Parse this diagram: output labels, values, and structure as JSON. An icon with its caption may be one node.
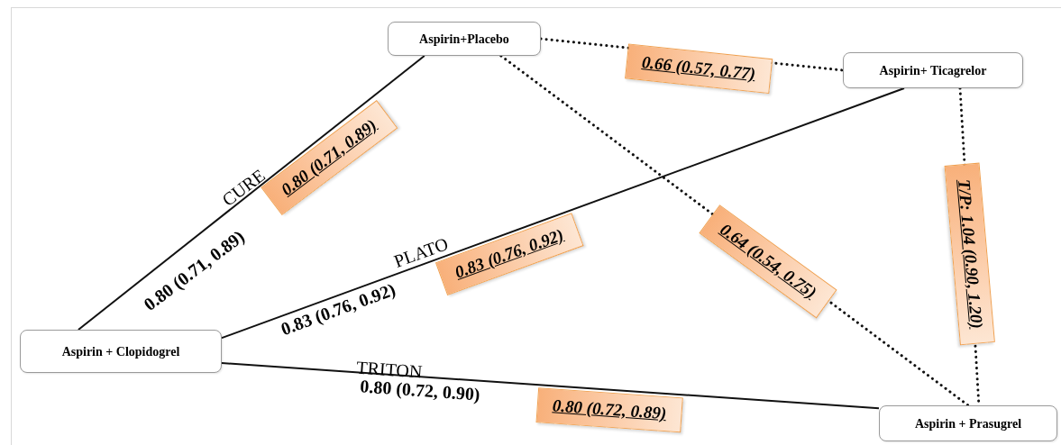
{
  "diagram": {
    "nodes": [
      {
        "text": [
          "Aspirin+Placebo"
        ]
      },
      {
        "text": [
          "Aspirin+ Ticagrelor"
        ]
      },
      {
        "text": [
          "Aspirin + Clopidogrel"
        ]
      },
      {
        "text": [
          "Aspirin + Prasugrel"
        ]
      }
    ],
    "edges": [
      {
        "from": 0,
        "to": 1,
        "arrow": "none",
        "style": "dashed",
        "label": "0.66 (0.57, 0.77)"
      },
      {
        "from": 0,
        "to": 2,
        "arrow": "none",
        "label": "CURE"
      },
      {
        "from": 0,
        "to": 3,
        "arrow": "none",
        "style": "dashed",
        "label": "0.64 (0.54, 0.75)"
      },
      {
        "from": 1,
        "to": 2,
        "arrow": "none",
        "label": "PLATO"
      },
      {
        "from": 1,
        "to": 3,
        "arrow": "none",
        "style": "dashed",
        "label": "T/P: 1.04 (0.90, 1.20)"
      },
      {
        "from": 2,
        "to": 3,
        "arrow": "none",
        "label": "TRITON"
      }
    ],
    "labels": [
      "0.80 (0.71, 0.89)",
      "0.80 (0.71, 0.89)",
      "0.83 (0.76, 0.92)",
      "0.83 (0.76, 0.92)",
      "0.80 (0.72, 0.90)",
      "0.80 (0.72, 0.89)"
    ]
  }
}
